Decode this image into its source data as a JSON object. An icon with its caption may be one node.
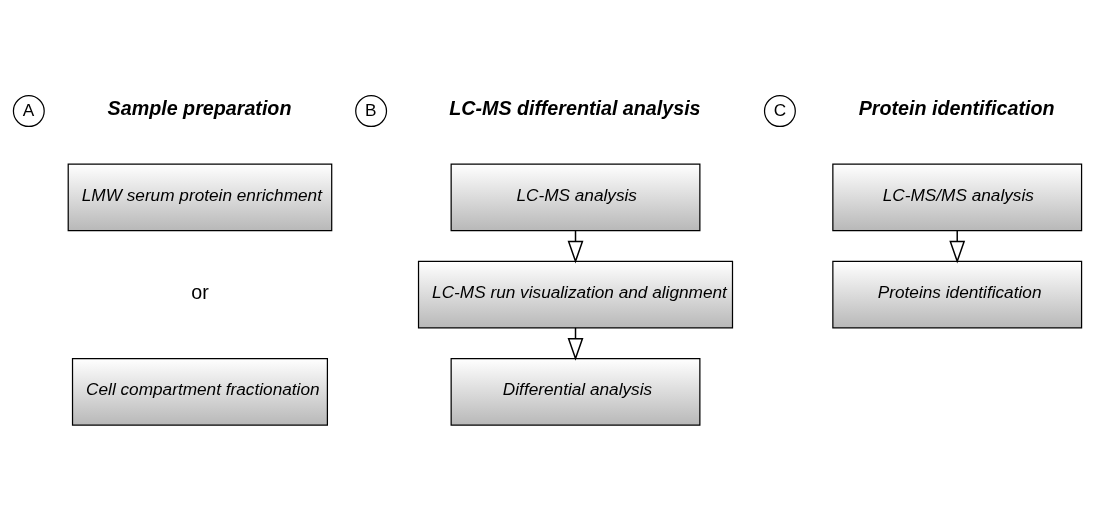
{
  "diagram": {
    "nodes": [
      {
        "text": [
          "A"
        ],
        "beside": [
          "Sample preparation"
        ]
      },
      {
        "text": [
          "LMW serum protein enrichment"
        ]
      },
      {
        "text": [
          "Cell compartment fractionation"
        ]
      },
      {
        "text": [
          "B"
        ],
        "beside": [
          "LC-MS differential analysis"
        ]
      },
      {
        "text": [
          "LC-MS analysis"
        ]
      },
      {
        "text": [
          "LC-MS run visualization and alignment"
        ]
      },
      {
        "text": [
          "Differential analysis"
        ]
      },
      {
        "text": [
          "C"
        ],
        "beside": [
          "Protein identification"
        ]
      },
      {
        "text": [
          "LC-MS/MS analysis"
        ]
      },
      {
        "text": [
          "Proteins identification"
        ]
      }
    ],
    "edges": [
      {
        "from": 4,
        "to": 5,
        "arrow": "to"
      },
      {
        "from": 5,
        "to": 6,
        "arrow": "to"
      },
      {
        "from": 8,
        "to": 9,
        "arrow": "to"
      }
    ],
    "labels": [
      "or"
    ]
  }
}
